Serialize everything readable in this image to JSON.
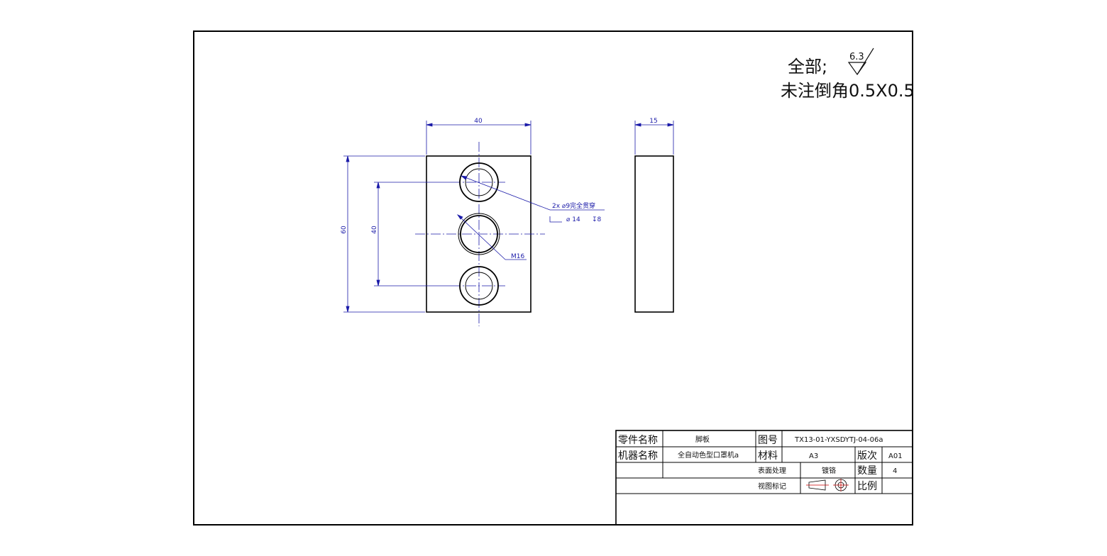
{
  "notes": {
    "roughness_prefix": "全部;",
    "roughness_value": "6.3",
    "chamfer_note": "未注倒角0.5X0.5"
  },
  "dimensions": {
    "width": "40",
    "height": "60",
    "hole_spacing": "40",
    "thickness": "15",
    "callout_line1": "2x ⌀9完全贯穿",
    "callout_counterbore": "⌀ 14",
    "callout_depth": "↧8",
    "thread": "M16"
  },
  "title_block": {
    "part_name_label": "零件名称",
    "part_name": "脚板",
    "drawing_no_label": "图号",
    "drawing_no": "TX13-01-YXSDYTJ-04-06a",
    "machine_name_label": "机器名称",
    "machine_name": "全自动色型口罩机a",
    "material_label": "材料",
    "material": "A3",
    "revision_label": "版次",
    "revision": "A01",
    "surface_label": "表面处理",
    "surface": "镀铬",
    "quantity_label": "数量",
    "quantity": "4",
    "view_label": "视图标记",
    "scale_label": "比例"
  },
  "colors": {
    "outline": "#000000",
    "dimension": "#1a1aa8"
  }
}
